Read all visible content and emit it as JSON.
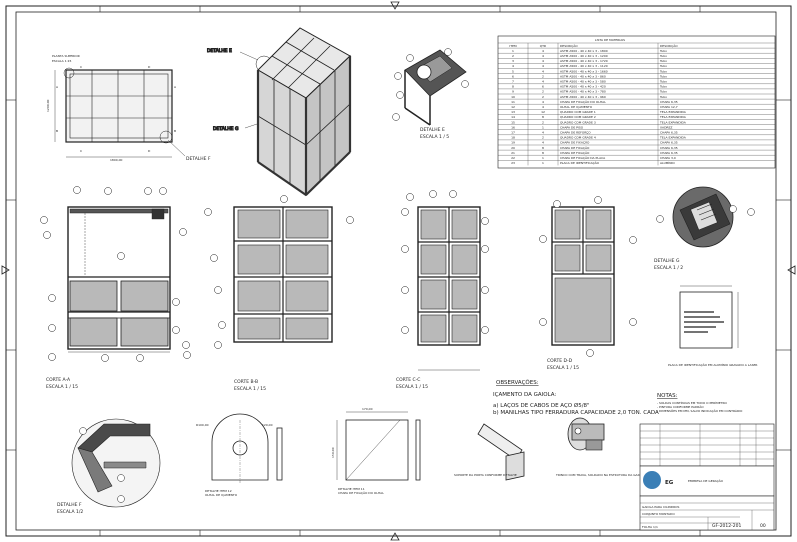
{
  "views": {
    "top_view": {
      "title_line1": "PLANTA SUPERIOR",
      "title_line2": "ESCALA 1:15",
      "dim_bottom": "1800,00",
      "dim_left": "1200,00"
    },
    "detail_e_label": "DETALHE E",
    "detail_g_label": "DETALHE G",
    "detail_f_label": "DETALHE F",
    "section_aa": {
      "title": "CORTE A-A",
      "scale": "ESCALA 1 / 15"
    },
    "section_bb": {
      "title": "CORTE B-B",
      "scale": "ESCALA 1 / 15"
    },
    "section_cc": {
      "title": "CORTE C-C",
      "scale": "ESCALA 1 / 15"
    },
    "section_dd": {
      "title": "CORTE D-D",
      "scale": "ESCALA 1 / 15"
    },
    "detail_e": {
      "title": "DETALHE E",
      "scale": "ESCALA 1 / 5"
    },
    "detail_g": {
      "title": "DETALHE G",
      "scale": "ESCALA 1 / 2"
    },
    "detail_f": {
      "title": "DETALHE F",
      "scale": "ESCALA 1/2"
    },
    "plate_view": {
      "caption": "PLACA DE IDENTIFICAÇÃO EM ALUMÍNIO GRAVADO A LASER"
    }
  },
  "bom": {
    "title": "LISTA DE MATERIAIS",
    "headers": [
      "ITEM",
      "QTD",
      "DESCRIÇÃO",
      "DESCRIÇÃO"
    ],
    "rows": [
      [
        "1",
        "4",
        "ASTM A500 - 40 x 40 x 3 - 1800",
        "Tubo"
      ],
      [
        "2",
        "4",
        "ASTM A500 - 40 x 40 x 3 - 1200",
        "Tubo"
      ],
      [
        "3",
        "4",
        "ASTM A500 - 40 x 40 x 3 - 1720",
        "Tubo"
      ],
      [
        "4",
        "4",
        "ASTM A500 - 40 x 40 x 3 - 1120",
        "Tubo"
      ],
      [
        "5",
        "4",
        "ASTM A500 - 40 x 40 x 3 - 1660",
        "Tubo"
      ],
      [
        "6",
        "2",
        "ASTM A500 - 40 x 40 x 3 - 860",
        "Tubo"
      ],
      [
        "7",
        "4",
        "ASTM A500 - 40 x 40 x 3 - 580",
        "Tubo"
      ],
      [
        "8",
        "6",
        "ASTM A500 - 40 x 40 x 3 - 420",
        "Tubo"
      ],
      [
        "9",
        "2",
        "ASTM A500 - 40 x 40 x 3 - 780",
        "Tubo"
      ],
      [
        "10",
        "2",
        "ASTM A500 - 40 x 40 x 3 - 960",
        "Tubo"
      ],
      [
        "11",
        "4",
        "CHAPA DE FIXAÇÃO DO OLHAL",
        "CHAPA 6,35"
      ],
      [
        "12",
        "4",
        "OLHAL DE IÇAMENTO",
        "CHAPA 12,7"
      ],
      [
        "13",
        "12",
        "QUADRO COM GRADE 1",
        "TELA EXPANDIDA"
      ],
      [
        "14",
        "8",
        "QUADRO COM GRADE 2",
        "TELA EXPANDIDA"
      ],
      [
        "15",
        "2",
        "QUADRO COM GRADE 3",
        "TELA EXPANDIDA"
      ],
      [
        "16",
        "1",
        "CHAPA DE PISO",
        "XADREZ"
      ],
      [
        "17",
        "4",
        "CHAPA DE REFORÇO",
        "CHAPA 6,35"
      ],
      [
        "18",
        "2",
        "QUADRO COM GRADE 4",
        "TELA EXPANDIDA"
      ],
      [
        "19",
        "4",
        "CHAPA DE FIXAÇÃO",
        "CHAPA 6,35"
      ],
      [
        "20",
        "8",
        "CHAPA DE FIXAÇÃO",
        "CHAPA 6,35"
      ],
      [
        "21",
        "8",
        "CHAPA DE FIXAÇÃO",
        "CHAPA 6,35"
      ],
      [
        "22",
        "1",
        "CHAPA DE FIXAÇÃO DA PLACA",
        "CHAPA 3,0"
      ],
      [
        "23",
        "1",
        "PLACA DE IDENTIFICAÇÃO",
        "ALUMÍNIO"
      ]
    ]
  },
  "notes": {
    "observations_title": "OBSERVAÇÕES:",
    "obs_1": "IÇAMENTO DA GAIOLA:",
    "obs_2": "a) LAÇOS DE CABOS DE AÇO Ø5/8\"",
    "obs_3": "b) MANILHAS TIPO FERRADURA CAPACIDADE 2,0 TON. CADA",
    "notes_title": "NOTAS:",
    "note_1": "- SOLDAS CONTÍNUAS EM TODO O PERÍMETRO",
    "note_2": "- PINTURA CONFORME PADRÃO",
    "note_3": "- DIMENSÕES EM MM, SALVO INDICAÇÃO EM CONTRÁRIO"
  },
  "small_details": {
    "lug": {
      "caption_1": "DETALHE ITEM 12",
      "caption_2": "OLHAL DE IÇAMENTO",
      "dim_top": "R100,00",
      "dim_side": "120,00"
    },
    "plate": {
      "caption_1": "DETALHE ITEM 11",
      "caption_2": "CHAPA DE FIXAÇÃO DO OLHAL",
      "dim_top": "170,00",
      "dim_side": "150,00"
    },
    "bracket": {
      "caption": "SUPORTE DA PORTA CONFORME DETALHE"
    },
    "hinge": {
      "caption": "TRINCO COM TRAVA, SOLDADO NA ESTRUTURA DA GAIOLA"
    }
  },
  "title_block": {
    "company_initials": "EG",
    "company_name": "EMPRESA DE GERAÇÃO",
    "row_1": "GAIOLA PARA CILINDROS",
    "row_2": "CONJUNTO MONTADO",
    "drawing_number": "GF-2012-201",
    "revision": "00",
    "sheet_label": "FOLHA 1/1"
  },
  "colors": {
    "line": "#222222",
    "mesh": "#9a9a9a",
    "hatch": "#555555",
    "fill_dark": "#333333"
  }
}
